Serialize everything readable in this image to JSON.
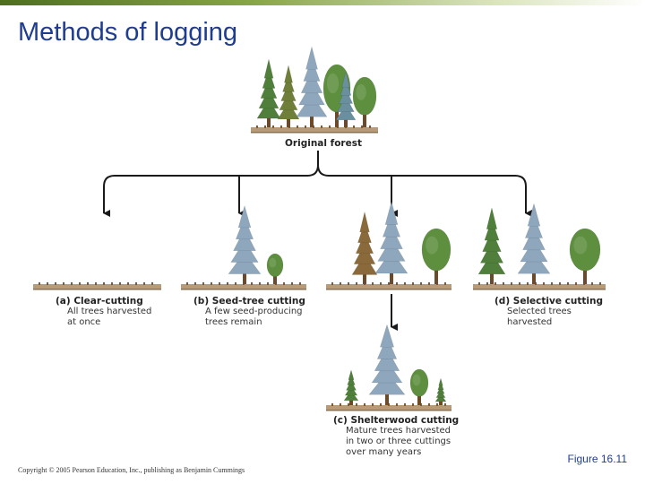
{
  "title": "Methods of logging",
  "original": {
    "label": "Original forest"
  },
  "panels": [
    {
      "id": "a",
      "heading": "(a) Clear-cutting",
      "lines": [
        "All trees harvested",
        "at once"
      ]
    },
    {
      "id": "b",
      "heading": "(b) Seed-tree cutting",
      "lines": [
        "A few seed-producing",
        "trees remain"
      ]
    },
    {
      "id": "c",
      "heading": "(c) Shelterwood cutting",
      "lines": [
        "Mature trees harvested",
        "in two or three cuttings",
        "over many years"
      ]
    },
    {
      "id": "d",
      "heading": "(d) Selective cutting",
      "lines": [
        "Selected trees",
        "harvested"
      ]
    }
  ],
  "figure_label": "Figure 16.11",
  "copyright": "Copyright © 2005 Pearson Education, Inc., publishing as Benjamin Cummings",
  "colors": {
    "title": "#1f3d8f",
    "arrow": "#1a1a1a",
    "ground": "#b79a78",
    "spruce_blue": "#8ea7bd",
    "pine_green": "#4f7f3a",
    "deciduous_green": "#5e8f3e",
    "trunk": "#6b4a2a"
  }
}
